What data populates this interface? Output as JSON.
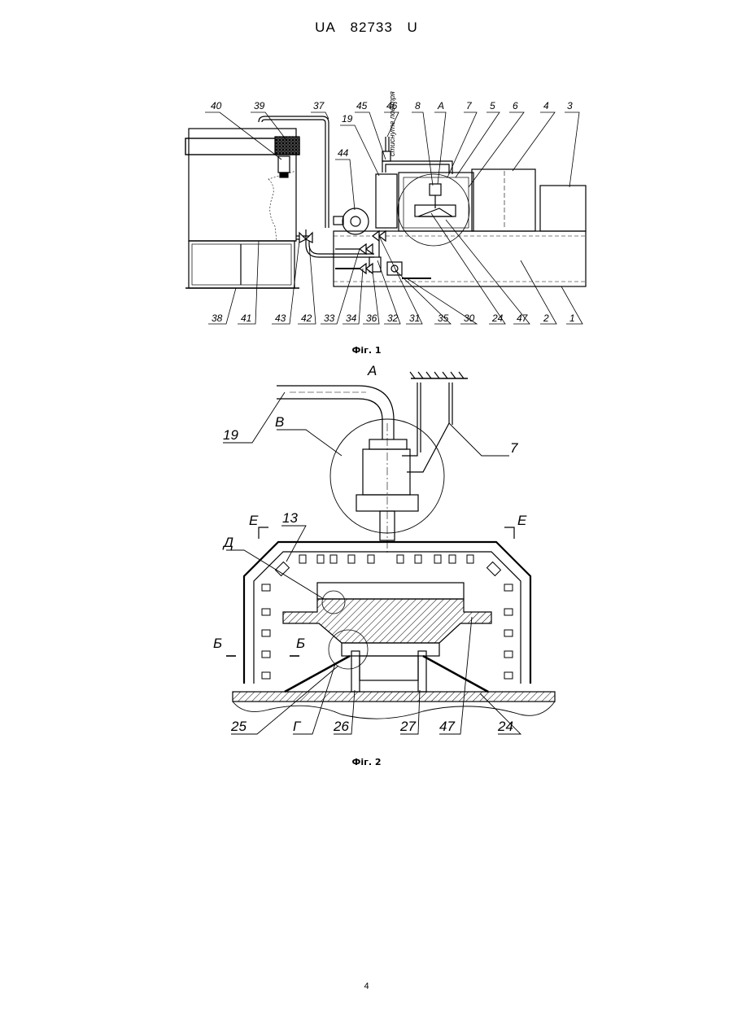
{
  "header": {
    "office": "UA",
    "number": "82733",
    "kind": "U"
  },
  "figure1": {
    "caption": "Фіг. 1",
    "vertical_note": "стиснуте повітря",
    "labels_top": [
      "40",
      "39",
      "37",
      "45",
      "46",
      "8",
      "A",
      "7",
      "5",
      "6",
      "4",
      "3",
      "19",
      "44"
    ],
    "labels_bottom": [
      "38",
      "41",
      "43",
      "42",
      "33",
      "34",
      "36",
      "32",
      "31",
      "35",
      "30",
      "24",
      "47",
      "2",
      "1"
    ]
  },
  "figure2": {
    "caption": "Фіг. 2",
    "labels": [
      "A",
      "19",
      "В",
      "7",
      "13",
      "Е",
      "Е",
      "Д",
      "Б",
      "Б",
      "25",
      "Г",
      "26",
      "27",
      "47",
      "24"
    ]
  },
  "page_number": "4"
}
